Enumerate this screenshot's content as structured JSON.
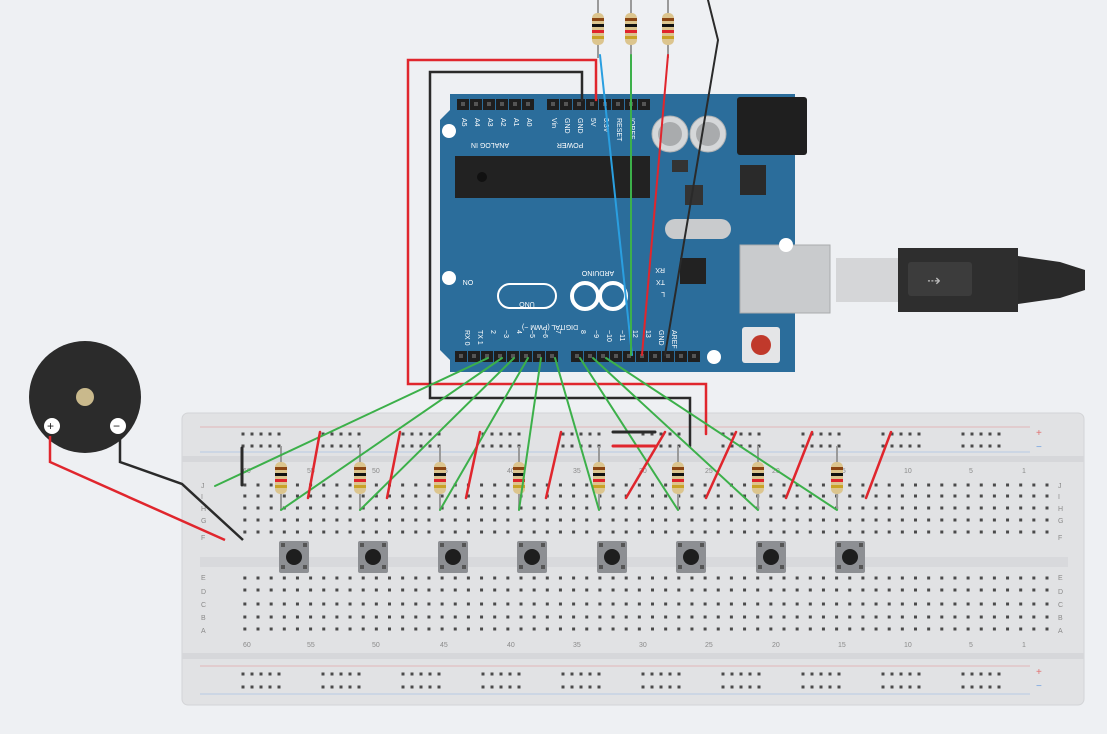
{
  "arduino": {
    "brand": "ARDUINO",
    "model": "UNO",
    "analog_header_label": "ANALOG IN",
    "power_header_label": "POWER",
    "digital_header_label": "DIGITAL (PWM ~)",
    "on_label": "ON",
    "analog_pins": [
      "A5",
      "A4",
      "A3",
      "A2",
      "A1",
      "A0"
    ],
    "power_pins": [
      "Vin",
      "GND",
      "GND",
      "5V",
      "3.3V",
      "RESET",
      "IOREF"
    ],
    "digital_pins_low": [
      "RX 0",
      "TX 1",
      "2",
      "~3",
      "4",
      "~5",
      "~6",
      "7"
    ],
    "digital_pins_high": [
      "8",
      "~9",
      "~10",
      "~11",
      "12",
      "13",
      "GND",
      "AREF"
    ],
    "leds": [
      "RX",
      "TX",
      "L"
    ],
    "body_color": "#2b6d9b",
    "usb_icon": "usb-icon"
  },
  "breadboard": {
    "column_numbers": [
      "60",
      "55",
      "50",
      "45",
      "40",
      "35",
      "30",
      "25",
      "20",
      "15",
      "10",
      "5",
      "1"
    ],
    "rows_top": [
      "J",
      "I",
      "H",
      "G",
      "F"
    ],
    "rows_bottom": [
      "E",
      "D",
      "C",
      "B",
      "A"
    ],
    "rail_plus": "+",
    "rail_minus": "−"
  },
  "buzzer": {
    "plus_symbol": "+",
    "minus_symbol": "−"
  },
  "components": {
    "pushbutton_count": 8,
    "resistor_count": 8,
    "top_resistor_count": 3
  },
  "colors": {
    "wire_green": "#3cb04a",
    "wire_red": "#e0262d",
    "wire_black": "#2a2a2a",
    "wire_blue": "#2a9fe0",
    "breadboard": "#e1e2e4"
  }
}
